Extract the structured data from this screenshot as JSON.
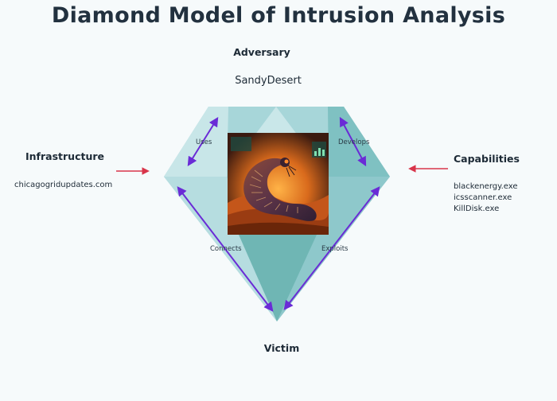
{
  "title": "Diamond Model of Intrusion Analysis",
  "adversary": {
    "heading": "Adversary",
    "value": "SandyDesert"
  },
  "infrastructure": {
    "heading": "Infrastructure",
    "value": "chicagogridupdates.com"
  },
  "capabilities": {
    "heading": "Capabilities",
    "items": [
      "blackenergy.exe",
      "icsscanner.exe",
      "KillDisk.exe"
    ]
  },
  "victim": {
    "heading": "Victim"
  },
  "edges": {
    "uses": "Uses",
    "develops": "Develops",
    "connects": "Connects",
    "exploits": "Exploits"
  },
  "colors": {
    "facet_light": "#c4e3e6",
    "facet_mid": "#9fd1d5",
    "facet_dark": "#6fb6b6",
    "arrow_purple": "#6a2bd6",
    "arrow_red": "#d8344a"
  },
  "center_image": {
    "icon": "sandworm-illustration-icon"
  }
}
